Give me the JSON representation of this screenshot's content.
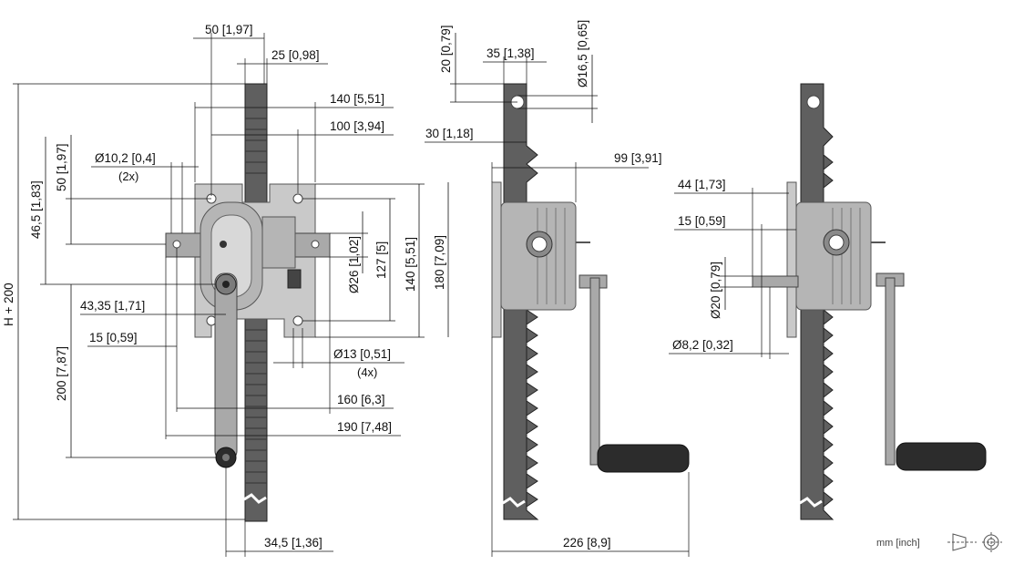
{
  "dimensions": {
    "d50": "50 [1,97]",
    "d25": "25 [0,98]",
    "d140w": "140 [5,51]",
    "d100": "100 [3,94]",
    "d10_2": "Ø10,2 [0,4]",
    "d10_2_count": "(2x)",
    "d50v": "50 [1,97]",
    "d46_5": "46,5 [1,83]",
    "d26": "Ø26 [1,02]",
    "d127": "127 [5]",
    "d140v": "140 [5,51]",
    "d180": "180 [7,09]",
    "d43_35": "43,35 [1,71]",
    "d15a": "15 [0,59]",
    "d13": "Ø13 [0,51]",
    "d13_count": "(4x)",
    "d200": "200 [7,87]",
    "dH200": "H + 200",
    "d160": "160 [6,3]",
    "d190": "190 [7,48]",
    "d34_5": "34,5 [1,36]",
    "d20": "20 [0,79]",
    "d35": "35 [1,38]",
    "d16_5": "Ø16,5 [0,65]",
    "d30": "30 [1,18]",
    "d99": "99 [3,91]",
    "d226": "226 [8,9]",
    "d44": "44 [1,73]",
    "d15b": "15 [0,59]",
    "d20b": "Ø20 [0,79]",
    "d8_2": "Ø8,2 [0,32]"
  },
  "legend": {
    "units": "mm [inch]"
  }
}
